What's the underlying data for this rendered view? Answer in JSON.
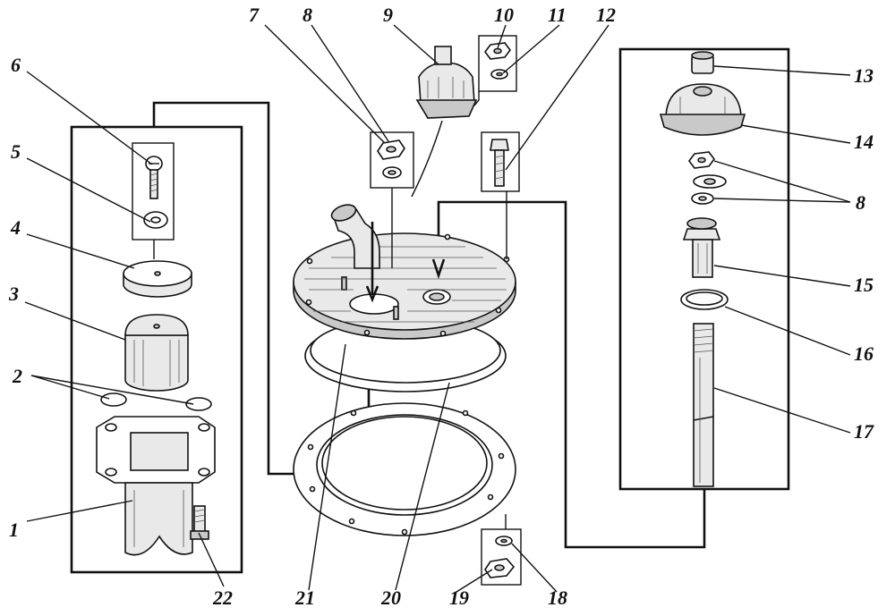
{
  "labels": [
    "1",
    "2",
    "3",
    "4",
    "5",
    "6",
    "7",
    "8",
    "9",
    "10",
    "11",
    "12",
    "13",
    "14",
    "15",
    "16",
    "17",
    "18",
    "19",
    "20",
    "21",
    "22"
  ],
  "label8_right": "8"
}
